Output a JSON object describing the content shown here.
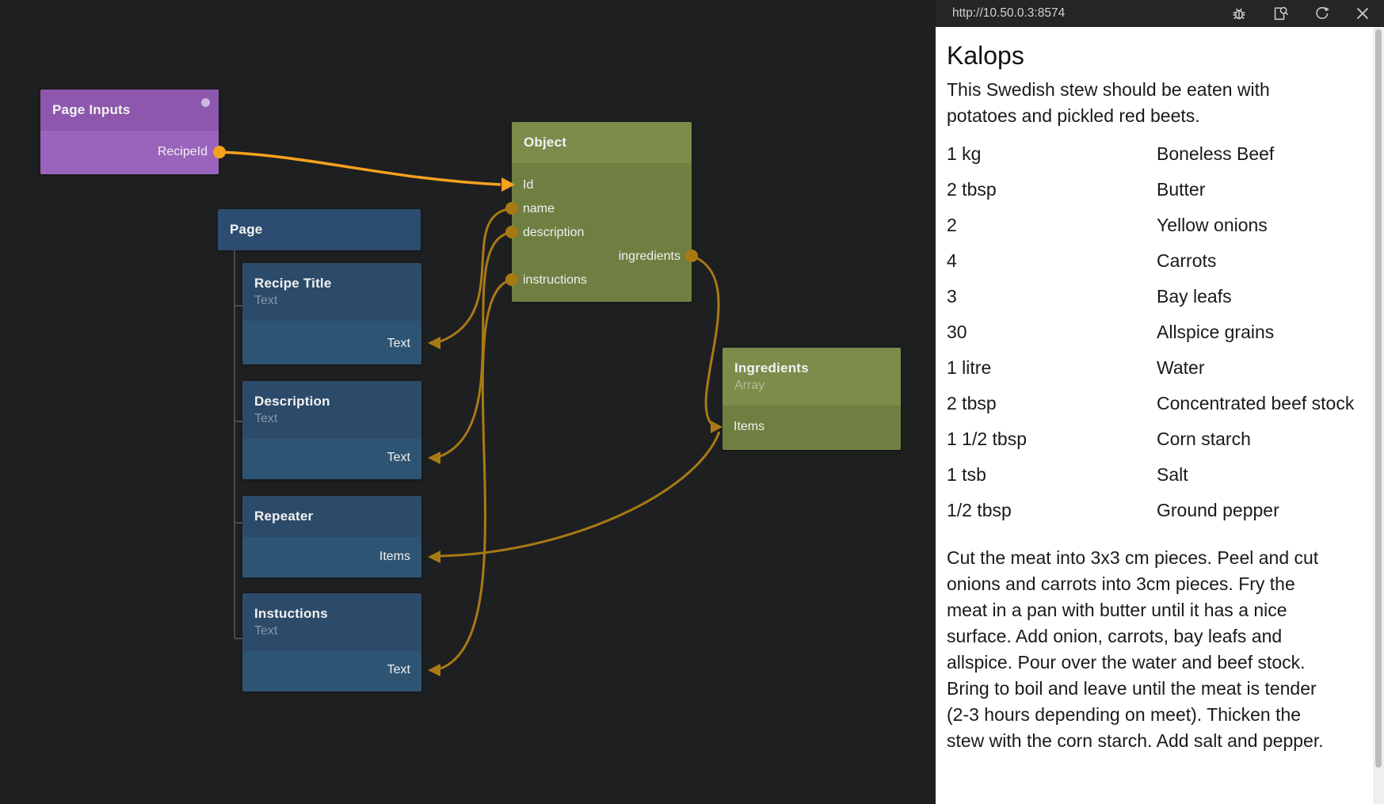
{
  "canvas": {
    "nodes": {
      "page_inputs": {
        "title": "Page Inputs",
        "port": "RecipeId"
      },
      "page": {
        "title": "Page"
      },
      "recipe_title": {
        "title": "Recipe Title",
        "subtitle": "Text",
        "port": "Text"
      },
      "description": {
        "title": "Description",
        "subtitle": "Text",
        "port": "Text"
      },
      "repeater": {
        "title": "Repeater",
        "port": "Items"
      },
      "instuctions": {
        "title": "Instuctions",
        "subtitle": "Text",
        "port": "Text"
      },
      "object": {
        "title": "Object",
        "ports_left": [
          "Id",
          "name",
          "description",
          "instructions"
        ],
        "ports_right": [
          "ingredients"
        ]
      },
      "ingredients": {
        "title": "Ingredients",
        "subtitle": "Array",
        "port": "Items"
      }
    },
    "colors": {
      "wire": "#a87a15",
      "wire_selected": "#f5a11e",
      "node_blue": "#2e5474",
      "node_green": "#6f7f41",
      "node_purple": "#9a64bd"
    }
  },
  "preview": {
    "url": "http://10.50.0.3:8574",
    "icons": [
      "debug",
      "open-preview",
      "refresh",
      "close"
    ],
    "recipe": {
      "title": "Kalops",
      "description": "This Swedish stew should be eaten with potatoes and pickled red beets.",
      "ingredients": [
        {
          "amount": "1 kg",
          "name": "Boneless Beef"
        },
        {
          "amount": "2 tbsp",
          "name": "Butter"
        },
        {
          "amount": "2",
          "name": "Yellow onions"
        },
        {
          "amount": "4",
          "name": "Carrots"
        },
        {
          "amount": "3",
          "name": "Bay leafs"
        },
        {
          "amount": "30",
          "name": "Allspice grains"
        },
        {
          "amount": "1 litre",
          "name": "Water"
        },
        {
          "amount": "2 tbsp",
          "name": "Concentrated beef stock"
        },
        {
          "amount": "1 1/2 tbsp",
          "name": "Corn starch"
        },
        {
          "amount": "1 tsb",
          "name": "Salt"
        },
        {
          "amount": "1/2 tbsp",
          "name": "Ground pepper"
        }
      ],
      "instructions": "Cut the meat into 3x3 cm pieces. Peel and cut onions and carrots into 3cm pieces. Fry the meat in a pan with butter until it has a nice surface. Add onion, carrots, bay leafs and allspice. Pour over the water and beef stock. Bring to boil and leave until the meat is tender (2-3 hours depending on meet). Thicken the stew with the corn starch. Add salt and pepper."
    }
  }
}
